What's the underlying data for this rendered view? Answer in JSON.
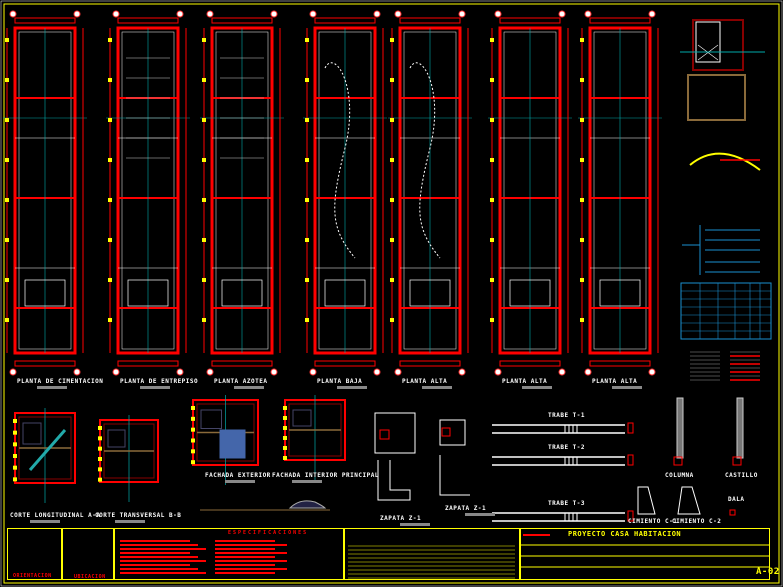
{
  "colors": {
    "background": "#000000",
    "wall": "#ff0000",
    "frame": "#ffff00",
    "axis": "#00aaaa",
    "detail": "#ffffff",
    "table": "#1a8fd0"
  },
  "plans": [
    {
      "label": "PLANTA DE CIMENTACION"
    },
    {
      "label": "PLANTA DE ENTREPISO"
    },
    {
      "label": "PLANTA AZOTEA"
    },
    {
      "label": "PLANTA BAJA"
    },
    {
      "label": "PLANTA ALTA"
    },
    {
      "label": "PLANTA ALTA"
    },
    {
      "label": "PLANTA ALTA"
    }
  ],
  "sections": [
    {
      "label": "CORTE LONGITUDINAL A-A"
    },
    {
      "label": "CORTE TRANSVERSAL B-B"
    },
    {
      "label": "FACHADA EXTERIOR"
    },
    {
      "label": "FACHADA INTERIOR PRINCIPAL"
    }
  ],
  "details": {
    "zapata": "ZAPATA Z-1",
    "zapata2": "ZAPATA Z-1",
    "trabe1": "TRABE T-1",
    "trabe2": "TRABE T-2",
    "trabe3": "TRABE T-3",
    "columna": "COLUMNA",
    "castillo": "CASTILLO",
    "cimiento1": "CIMIENTO C-1",
    "cimiento2": "CIMIENTO C-2",
    "dala": "DALA"
  },
  "title_block": {
    "orientation_label": "ORIENTACION",
    "location_label": "UBICACION",
    "specs_title": "ESPECIFICACIONES",
    "project_title": "PROYECTO CASA HABITACION",
    "sheet_number": "A-02"
  }
}
